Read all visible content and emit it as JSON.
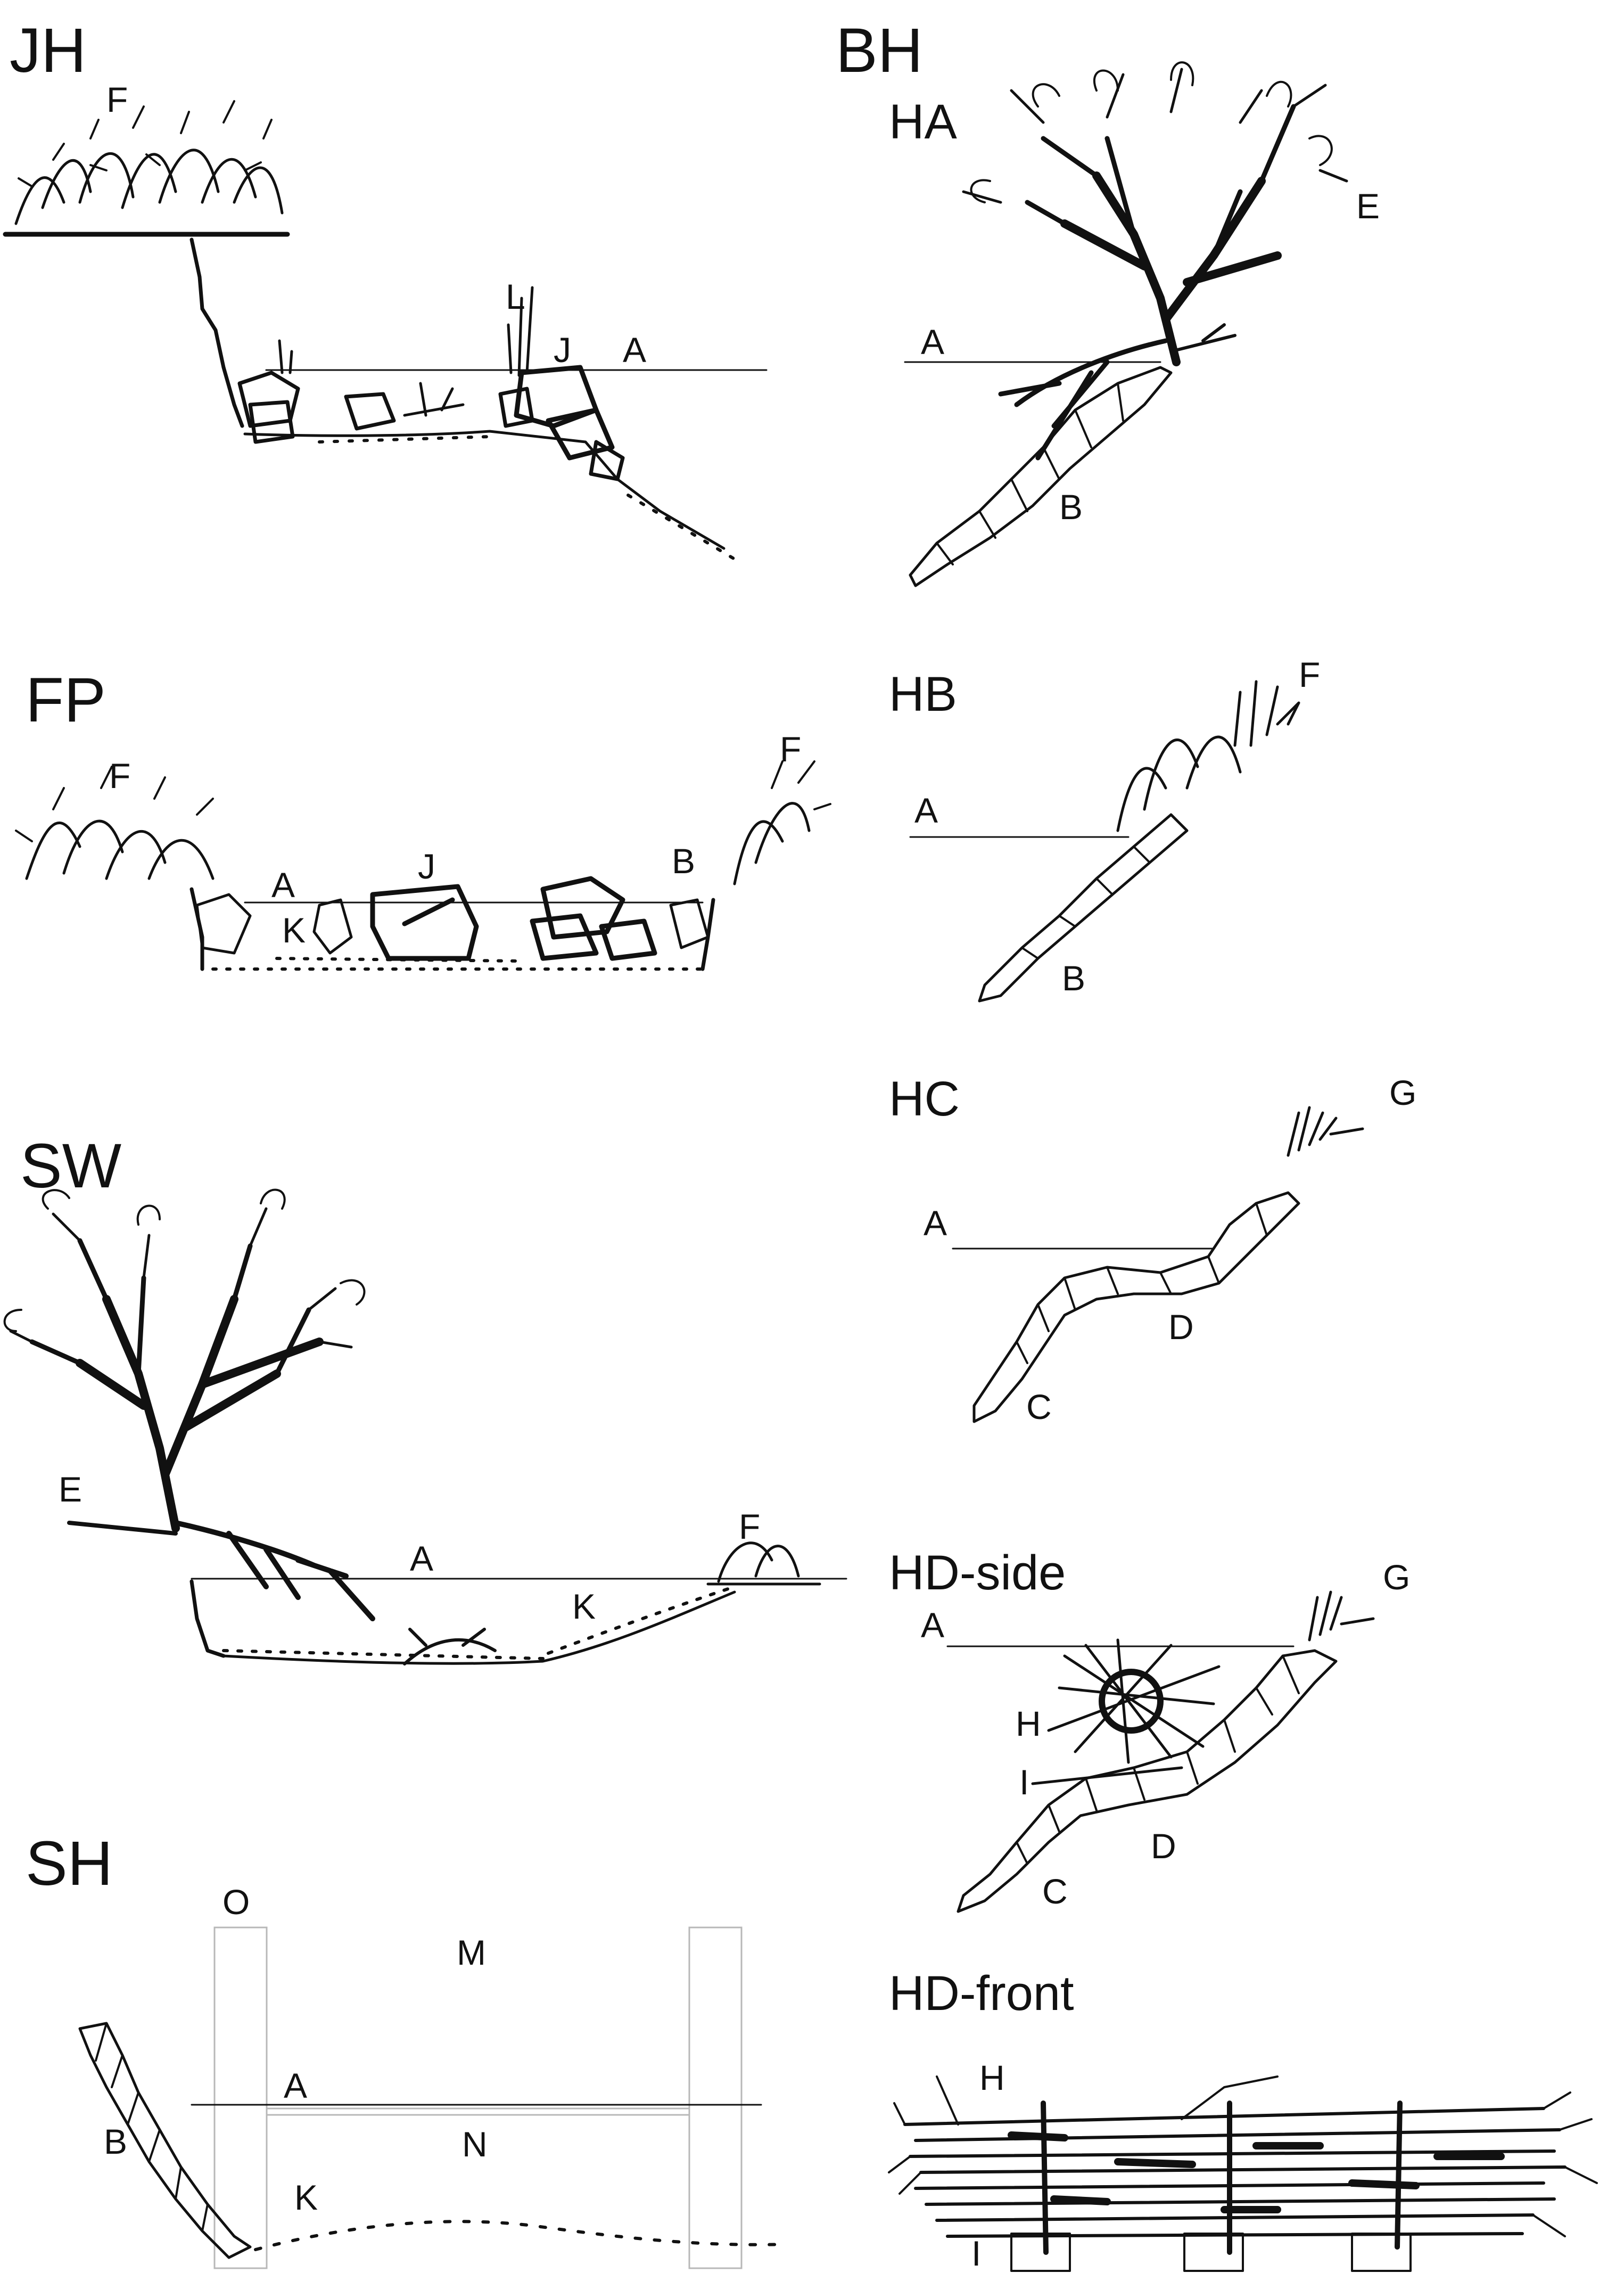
{
  "panels": {
    "jh": {
      "title": "JH",
      "labels": {
        "f": "F",
        "l": "L",
        "j": "J",
        "a": "A"
      }
    },
    "bh": {
      "title": "BH"
    },
    "ha": {
      "title": "HA",
      "labels": {
        "e": "E",
        "a": "A",
        "b": "B"
      }
    },
    "fp": {
      "title": "FP",
      "labels": {
        "f1": "F",
        "f2": "F",
        "a": "A",
        "j": "J",
        "b": "B",
        "k": "K"
      }
    },
    "hb": {
      "title": "HB",
      "labels": {
        "f": "F",
        "a": "A",
        "b": "B"
      }
    },
    "hc": {
      "title": "HC",
      "labels": {
        "g": "G",
        "a": "A",
        "d": "D",
        "c": "C"
      }
    },
    "sw": {
      "title": "SW",
      "labels": {
        "e": "E",
        "a": "A",
        "f": "F",
        "k": "K"
      }
    },
    "hd_side": {
      "title": "HD-side",
      "labels": {
        "g": "G",
        "a": "A",
        "h": "H",
        "i": "I",
        "d": "D",
        "c": "C"
      }
    },
    "sh": {
      "title": "SH",
      "labels": {
        "o": "O",
        "m": "M",
        "a": "A",
        "b": "B",
        "n": "N",
        "k": "K"
      }
    },
    "hd_front": {
      "title": "HD-front",
      "labels": {
        "h": "H",
        "i": "I"
      }
    }
  },
  "style": {
    "ink": "#111111",
    "background": "#ffffff",
    "frame": "#b8b8b8"
  }
}
